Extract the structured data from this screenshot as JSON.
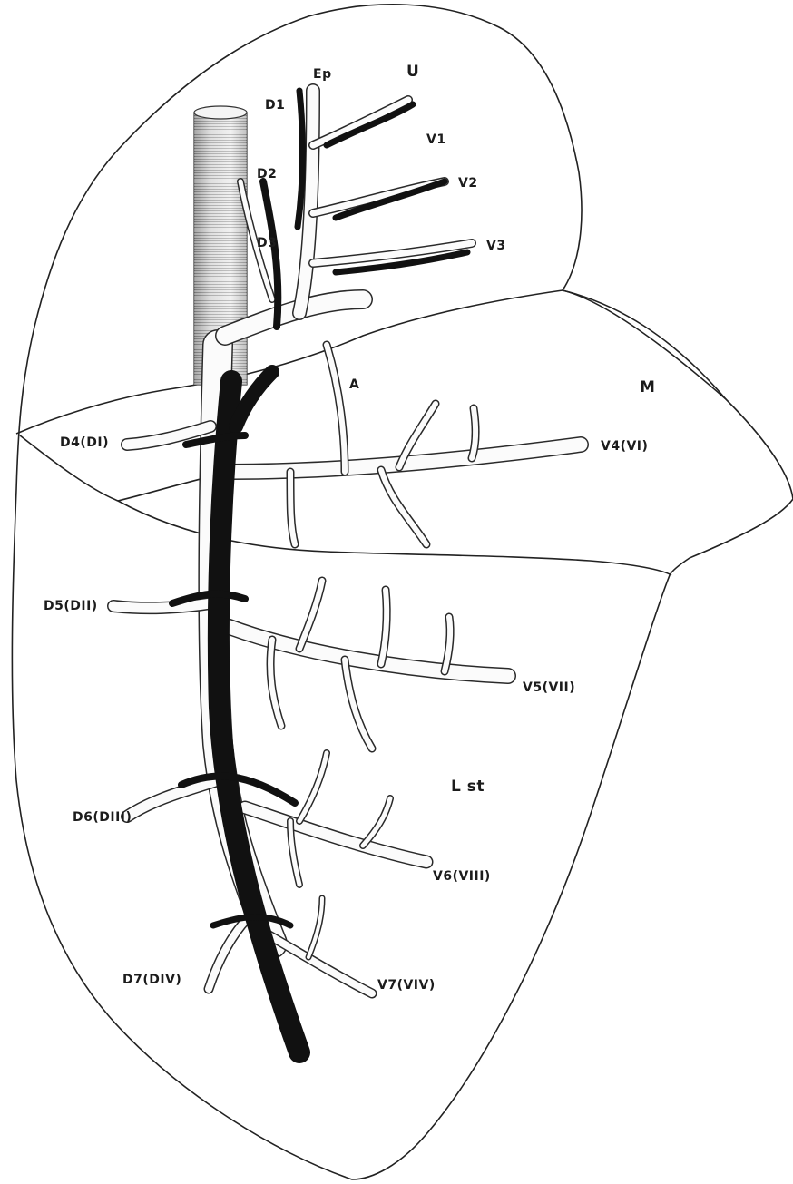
{
  "lobes": {
    "upper": "U",
    "middle": "M",
    "lower": "L st"
  },
  "labels": {
    "ep": "Ep",
    "a": "A",
    "d1": "D1",
    "d2": "D2",
    "d3": "D3",
    "v1": "V1",
    "v2": "V2",
    "v3": "V3",
    "d4": "D4(DI)",
    "v4": "V4(VI)",
    "d5": "D5(DII)",
    "v5": "V5(VII)",
    "d6": "D6(DIII)",
    "v6": "V6(VIII)",
    "d7": "D7(DIV)",
    "v7": "V7(VIV)"
  }
}
